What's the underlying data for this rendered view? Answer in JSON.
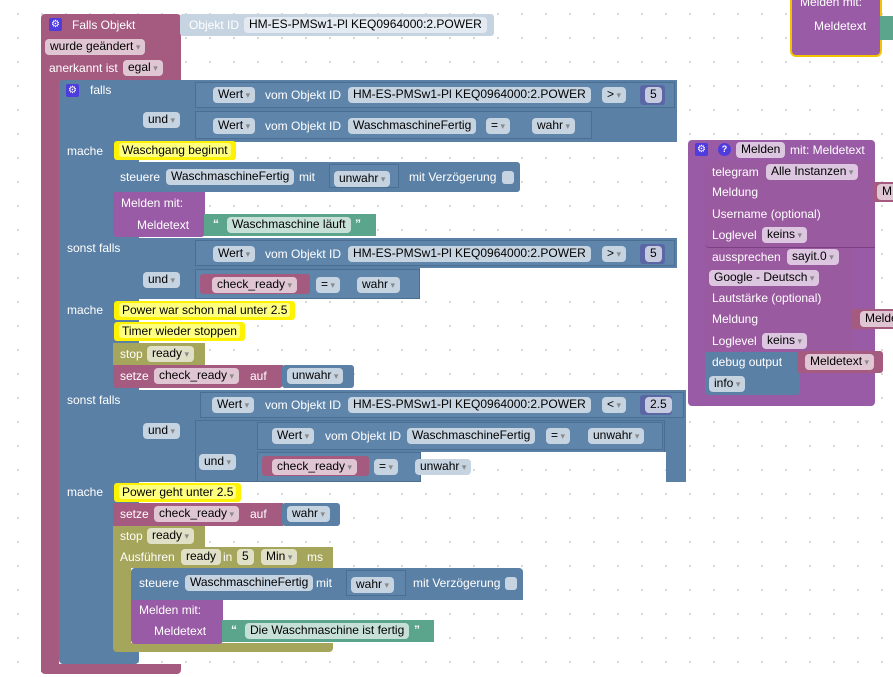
{
  "trigger": {
    "title": "Falls Objekt",
    "object_id_label": "Objekt ID",
    "object_id": "HM-ES-PMSw1-Pl KEQ0964000:2.POWER",
    "condition": "wurde geändert",
    "ack_label": "anerkannt ist",
    "ack_value": "egal"
  },
  "if_block": {
    "falls_label": "falls",
    "sonst_falls_label": "sonst falls",
    "mache_label": "mache",
    "und_label": "und",
    "wert_label": "Wert",
    "vom_objekt_label": "vom Objekt ID",
    "branch1": {
      "cond1": {
        "object": "HM-ES-PMSw1-Pl KEQ0964000:2.POWER",
        "op": ">",
        "value": "5"
      },
      "cond2": {
        "object": "WaschmaschineFertig",
        "op": "=",
        "value": "wahr"
      },
      "comment": "Waschgang beginnt",
      "steuere": {
        "label": "steuere",
        "object": "WaschmaschineFertig",
        "mit": "mit",
        "value": "unwahr",
        "delay_label": "mit Verzögerung"
      },
      "melden": {
        "label": "Melden  mit:",
        "text_label": "Meldetext",
        "text": "Waschmaschine läuft"
      }
    },
    "branch2": {
      "cond1": {
        "object": "HM-ES-PMSw1-Pl KEQ0964000:2.POWER",
        "op": ">",
        "value": "5"
      },
      "cond2": {
        "variable": "check_ready",
        "op": "=",
        "value": "wahr"
      },
      "comments": [
        "Power war schon mal unter 2.5",
        "Timer wieder stoppen"
      ],
      "stop": {
        "label": "stop",
        "timer": "ready"
      },
      "setze": {
        "label": "setze",
        "variable": "check_ready",
        "auf": "auf",
        "value": "unwahr"
      }
    },
    "branch3": {
      "cond1": {
        "object": "HM-ES-PMSw1-Pl KEQ0964000:2.POWER",
        "op": "<",
        "value": "2.5"
      },
      "cond2": {
        "object": "WaschmaschineFertig",
        "op": "=",
        "value": "unwahr"
      },
      "cond3": {
        "variable": "check_ready",
        "op": "=",
        "value": "unwahr"
      },
      "comment": "Power geht unter 2.5",
      "setze": {
        "label": "setze",
        "variable": "check_ready",
        "auf": "auf",
        "value": "wahr"
      },
      "stop": {
        "label": "stop",
        "timer": "ready"
      },
      "timeout": {
        "label": "Ausführen",
        "timer": "ready",
        "in": "in",
        "value": "5",
        "unit": "Min",
        "ms": "ms"
      },
      "steuere": {
        "label": "steuere",
        "object": "WaschmaschineFertig",
        "mit": "mit",
        "value": "wahr",
        "delay_label": "mit Verzögerung"
      },
      "melden": {
        "label": "Melden  mit:",
        "text_label": "Meldetext",
        "text": "Die Waschmaschine ist fertig"
      }
    }
  },
  "function_block": {
    "name": "Melden",
    "signature": "mit: Meldetext",
    "telegram": {
      "label": "telegram",
      "instance": "Alle Instanzen",
      "meldung": "Meldung",
      "username": "Username (optional)",
      "loglevel_label": "Loglevel",
      "loglevel": "keins",
      "value_stub": "M"
    },
    "sayit": {
      "label": "aussprechen",
      "instance": "sayit.0",
      "language": "Google - Deutsch",
      "volume": "Lautstärke (optional)",
      "meldung": "Meldung",
      "loglevel_label": "Loglevel",
      "loglevel": "keins",
      "value_stub": "Melde"
    },
    "debug": {
      "label": "debug output",
      "variable": "Meldetext",
      "level": "info"
    }
  },
  "corner_block": {
    "label": "Melden  mit:",
    "text_label": "Meldetext"
  }
}
